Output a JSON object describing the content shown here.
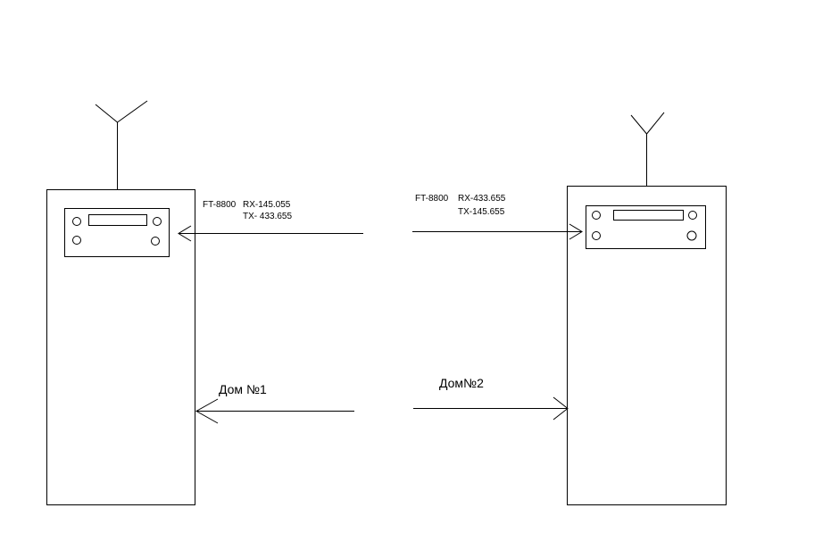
{
  "left_station": {
    "model": "FT-8800",
    "rx": "RX-145.055",
    "tx": "TX- 433.655",
    "house_label": "Дом №1"
  },
  "right_station": {
    "model": "FT-8800",
    "rx": "RX-433.655",
    "tx": "TX-145.655",
    "house_label": "Дом№2"
  },
  "colors": {
    "line": "#000000",
    "background": "#ffffff"
  }
}
